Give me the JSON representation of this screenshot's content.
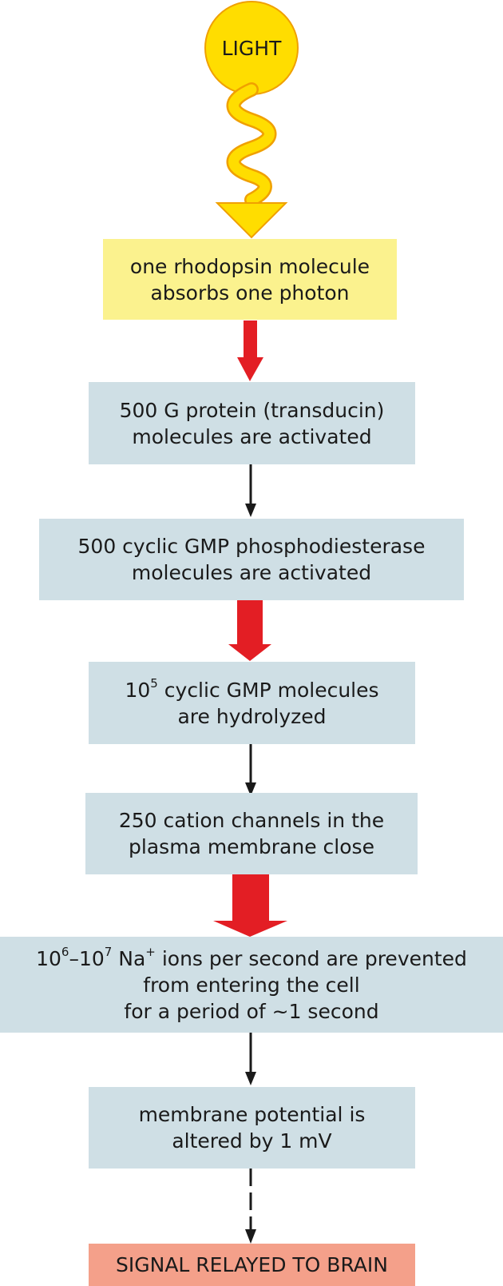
{
  "light": {
    "label": "LIGHT",
    "color": "#ffdd00",
    "stroke": "#f0a000"
  },
  "steps": {
    "s1": {
      "lines": [
        "one rhodopsin molecule",
        "absorbs one photon"
      ]
    },
    "s2": {
      "lines": [
        "500 G protein (transducin)",
        "molecules are activated"
      ]
    },
    "s3": {
      "lines": [
        "500 cyclic GMP phosphodiesterase",
        "molecules are activated"
      ]
    },
    "s4": {
      "base": "10",
      "exp": "5",
      "rest": " cyclic GMP molecules",
      "line2": "are hydrolyzed"
    },
    "s5": {
      "lines": [
        "250 cation channels in the",
        "plasma membrane close"
      ]
    },
    "s6": {
      "b1": "10",
      "e1": "6",
      "dash": "–10",
      "e2": "7",
      "na": " Na",
      "plus": "+",
      "rest": " ions per second are prevented",
      "line2": "from entering the cell",
      "line3": "for a period of ~1 second"
    },
    "s7": {
      "lines": [
        "membrane potential is",
        "altered by 1 mV"
      ]
    },
    "s8": {
      "label": "SIGNAL RELAYED TO BRAIN"
    }
  },
  "colors": {
    "step_box": "#cfdfe5",
    "first_box": "#fbf28e",
    "final_box": "#f4a08a",
    "amplify_arrow": "#e31e24",
    "plain_arrow": "#1a1a1a"
  }
}
